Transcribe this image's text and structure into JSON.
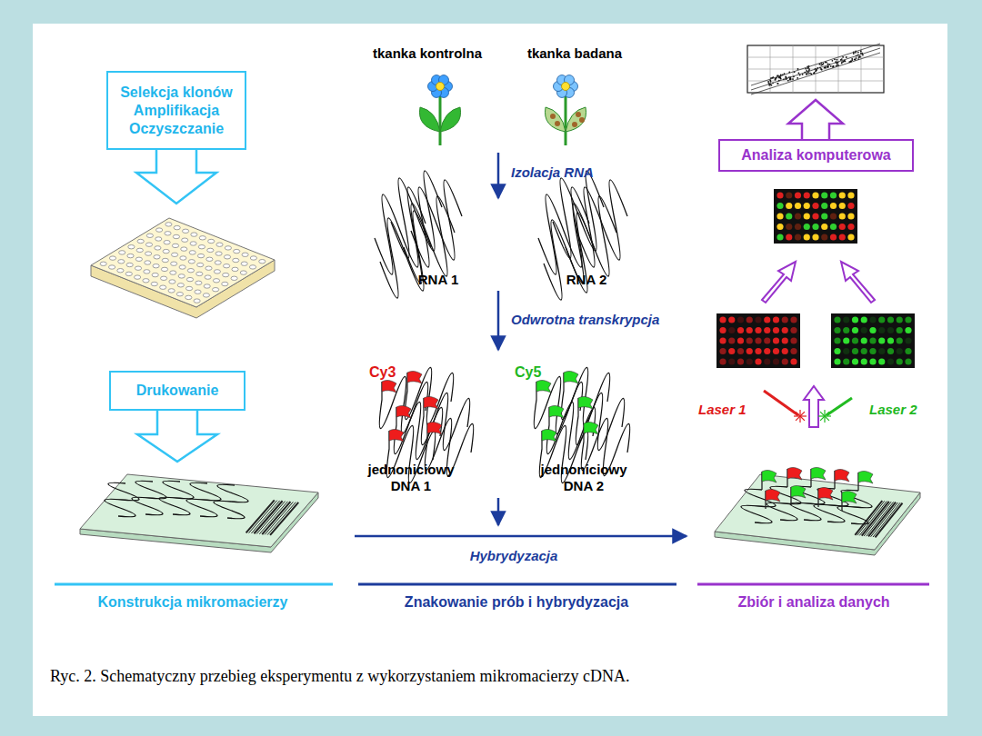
{
  "diagram": {
    "caption": "Ryc. 2. Schematyczny przebieg eksperymentu z wykorzystaniem mikromacierzy cDNA.",
    "nodes": [
      {
        "text": [
          "Selekcja klonów Amplifikacja Oczyszczanie"
        ]
      },
      {
        "text": [
          "Drukowanie"
        ]
      },
      {
        "text": [
          "Analiza komputerowa"
        ]
      }
    ],
    "labels": [
      "tkanka kontrolna",
      "tkanka badana",
      "Izolacja RNA",
      "RNA 1",
      "RNA 2",
      "Odwrotna transkrypcja",
      "Cy3",
      "Cy5",
      "jednoniciowy DNA 1",
      "jednoniciowy DNA 2",
      "Hybrydyzacja",
      "Laser 1",
      "Laser 2",
      "Konstrukcja mikromacierzy",
      "Znakowanie prób i hybrydyzacja",
      "Zbiór i analiza danych"
    ]
  }
}
